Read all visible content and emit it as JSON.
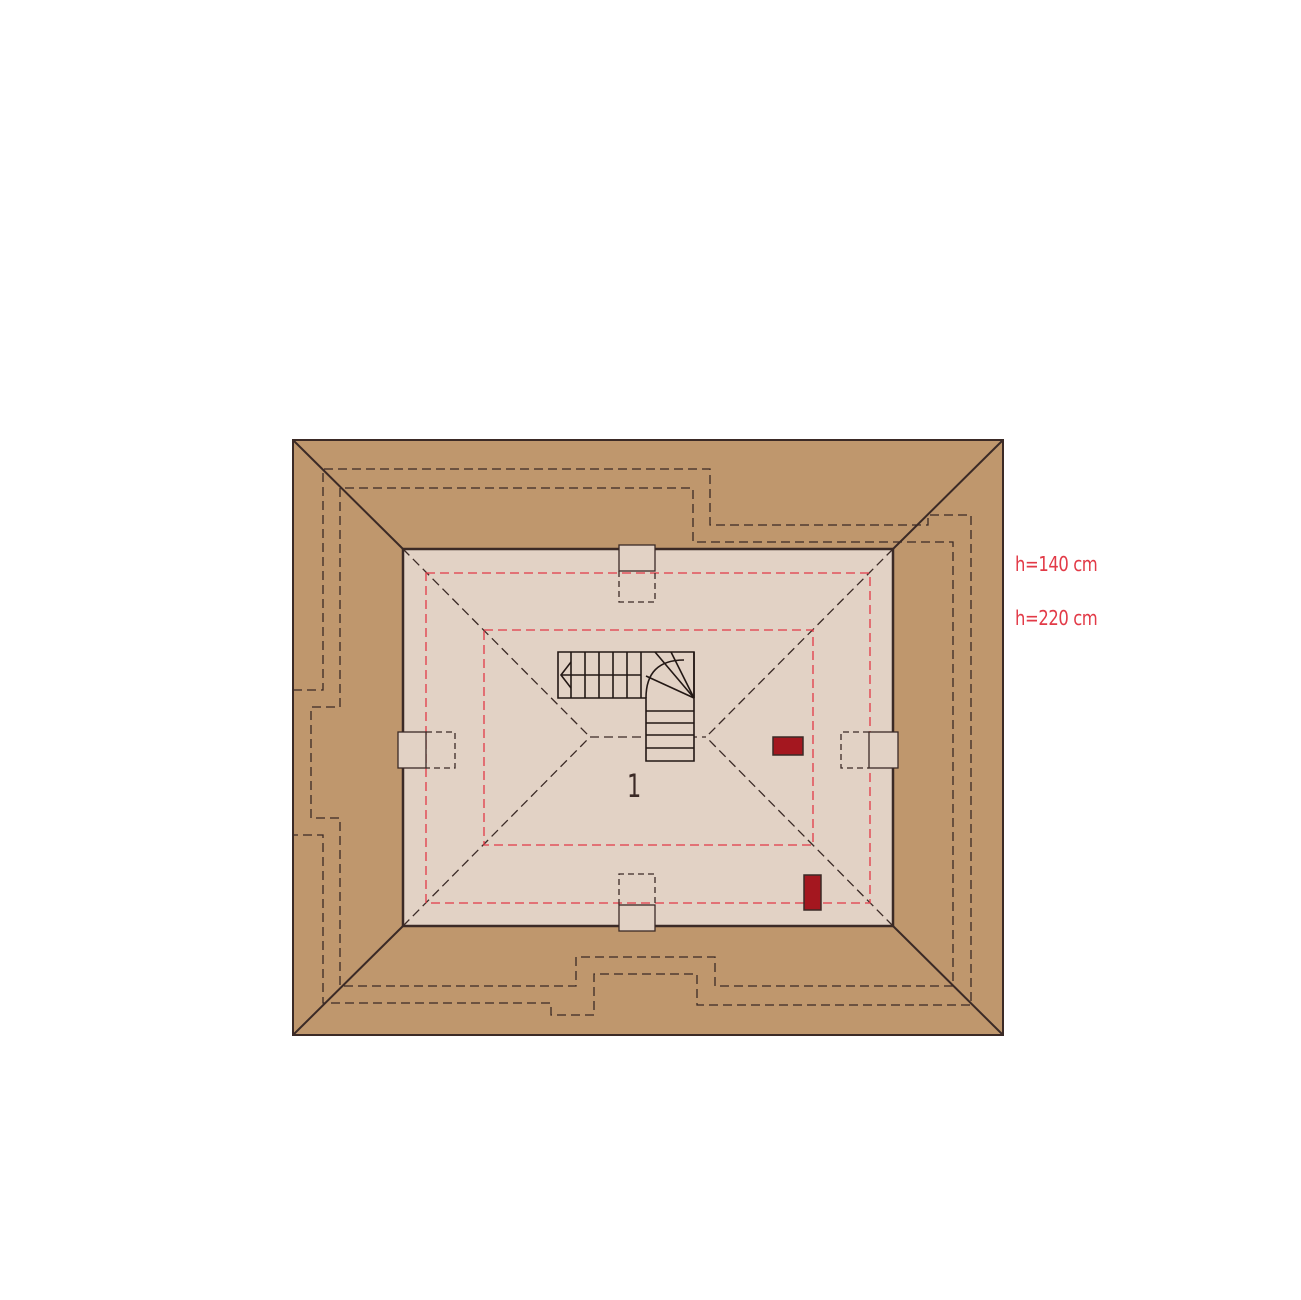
{
  "colors": {
    "roof": "#bf976d",
    "floor": "#e2d2c5",
    "outline": "#3b2a26",
    "dash": "#3b2a26",
    "height_line": "#e23a47",
    "chimney": "#a4171f",
    "label_text": "#e23a47",
    "room_number_text": "#3b2a26",
    "background": "#ffffff"
  },
  "labels": {
    "h140": "h=140 cm",
    "h220": "h=220 cm"
  },
  "room": {
    "number": "1"
  },
  "icons": {
    "staircase": "staircase-icon",
    "chimney": "chimney-icon",
    "roof_window": "roof-window-icon"
  }
}
